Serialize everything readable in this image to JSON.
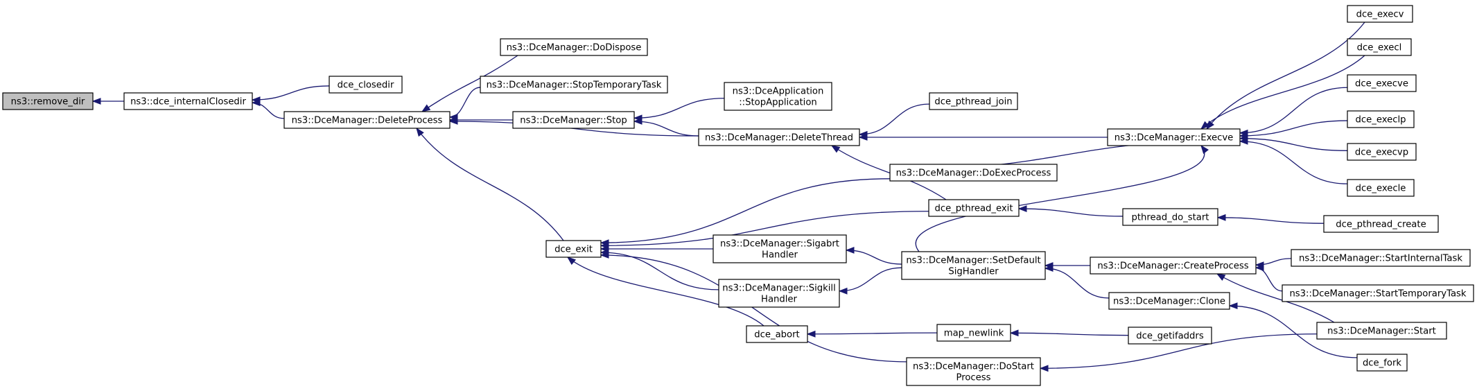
{
  "colors": {
    "edge": "#191970",
    "root_fill": "#bfbfbf",
    "node_fill": "#ffffff",
    "node_stroke": "#000000"
  },
  "nodes": [
    {
      "id": "remove_dir",
      "lines": [
        "ns3::remove_dir"
      ]
    },
    {
      "id": "dce_internalClosedir",
      "lines": [
        "ns3::dce_internalClosedir"
      ]
    },
    {
      "id": "dce_closedir",
      "lines": [
        "dce_closedir"
      ]
    },
    {
      "id": "DeleteProcess",
      "lines": [
        "ns3::DceManager::DeleteProcess"
      ]
    },
    {
      "id": "DoDispose",
      "lines": [
        "ns3::DceManager::DoDispose"
      ]
    },
    {
      "id": "StopTemporaryTask",
      "lines": [
        "ns3::DceManager::StopTemporaryTask"
      ]
    },
    {
      "id": "Stop",
      "lines": [
        "ns3::DceManager::Stop"
      ]
    },
    {
      "id": "StopApplication",
      "lines": [
        "ns3::DceApplication",
        "::StopApplication"
      ]
    },
    {
      "id": "DeleteThread",
      "lines": [
        "ns3::DceManager::DeleteThread"
      ]
    },
    {
      "id": "dce_pthread_join",
      "lines": [
        "dce_pthread_join"
      ]
    },
    {
      "id": "Execve",
      "lines": [
        "ns3::DceManager::Execve"
      ]
    },
    {
      "id": "dce_execv",
      "lines": [
        "dce_execv"
      ]
    },
    {
      "id": "dce_execl",
      "lines": [
        "dce_execl"
      ]
    },
    {
      "id": "dce_execve",
      "lines": [
        "dce_execve"
      ]
    },
    {
      "id": "dce_execlp",
      "lines": [
        "dce_execlp"
      ]
    },
    {
      "id": "dce_execvp",
      "lines": [
        "dce_execvp"
      ]
    },
    {
      "id": "dce_execle",
      "lines": [
        "dce_execle"
      ]
    },
    {
      "id": "DoExecProcess",
      "lines": [
        "ns3::DceManager::DoExecProcess"
      ]
    },
    {
      "id": "dce_pthread_exit",
      "lines": [
        "dce_pthread_exit"
      ]
    },
    {
      "id": "pthread_do_start",
      "lines": [
        "pthread_do_start"
      ]
    },
    {
      "id": "dce_pthread_create",
      "lines": [
        "dce_pthread_create"
      ]
    },
    {
      "id": "dce_exit",
      "lines": [
        "dce_exit"
      ]
    },
    {
      "id": "SigabrtHandler",
      "lines": [
        "ns3::DceManager::Sigabrt",
        "Handler"
      ]
    },
    {
      "id": "SetDefaultSigHandler",
      "lines": [
        "ns3::DceManager::SetDefault",
        "SigHandler"
      ]
    },
    {
      "id": "CreateProcess",
      "lines": [
        "ns3::DceManager::CreateProcess"
      ]
    },
    {
      "id": "StartInternalTask",
      "lines": [
        "ns3::DceManager::StartInternalTask"
      ]
    },
    {
      "id": "StartTemporaryTask",
      "lines": [
        "ns3::DceManager::StartTemporaryTask"
      ]
    },
    {
      "id": "SigkillHandler",
      "lines": [
        "ns3::DceManager::Sigkill",
        "Handler"
      ]
    },
    {
      "id": "Clone",
      "lines": [
        "ns3::DceManager::Clone"
      ]
    },
    {
      "id": "Start",
      "lines": [
        "ns3::DceManager::Start"
      ]
    },
    {
      "id": "dce_abort",
      "lines": [
        "dce_abort"
      ]
    },
    {
      "id": "map_newlink",
      "lines": [
        "map_newlink"
      ]
    },
    {
      "id": "dce_getifaddrs",
      "lines": [
        "dce_getifaddrs"
      ]
    },
    {
      "id": "dce_fork",
      "lines": [
        "dce_fork"
      ]
    },
    {
      "id": "DoStartProcess",
      "lines": [
        "ns3::DceManager::DoStart",
        "Process"
      ]
    }
  ],
  "edges": [
    [
      "dce_internalClosedir",
      "remove_dir"
    ],
    [
      "dce_closedir",
      "dce_internalClosedir"
    ],
    [
      "DeleteProcess",
      "dce_internalClosedir"
    ],
    [
      "DoDispose",
      "DeleteProcess"
    ],
    [
      "StopTemporaryTask",
      "DeleteProcess"
    ],
    [
      "Stop",
      "DeleteProcess"
    ],
    [
      "DeleteThread",
      "DeleteProcess"
    ],
    [
      "dce_exit",
      "DeleteProcess"
    ],
    [
      "StopApplication",
      "Stop"
    ],
    [
      "DeleteThread",
      "Stop"
    ],
    [
      "dce_pthread_join",
      "DeleteThread"
    ],
    [
      "Execve",
      "DeleteThread"
    ],
    [
      "dce_pthread_exit",
      "DeleteThread"
    ],
    [
      "dce_execv",
      "Execve"
    ],
    [
      "dce_execl",
      "Execve"
    ],
    [
      "dce_execve",
      "Execve"
    ],
    [
      "dce_execlp",
      "Execve"
    ],
    [
      "dce_execvp",
      "Execve"
    ],
    [
      "dce_execle",
      "Execve"
    ],
    [
      "DoExecProcess",
      "Execve"
    ],
    [
      "SetDefaultSigHandler",
      "Execve"
    ],
    [
      "DoExecProcess",
      "dce_exit"
    ],
    [
      "dce_pthread_exit",
      "dce_exit"
    ],
    [
      "SigabrtHandler",
      "dce_exit"
    ],
    [
      "SigkillHandler",
      "dce_exit"
    ],
    [
      "dce_abort",
      "dce_exit"
    ],
    [
      "DoStartProcess",
      "dce_exit"
    ],
    [
      "pthread_do_start",
      "dce_pthread_exit"
    ],
    [
      "dce_pthread_create",
      "pthread_do_start"
    ],
    [
      "SetDefaultSigHandler",
      "SigabrtHandler"
    ],
    [
      "SetDefaultSigHandler",
      "SigkillHandler"
    ],
    [
      "CreateProcess",
      "SetDefaultSigHandler"
    ],
    [
      "Clone",
      "SetDefaultSigHandler"
    ],
    [
      "StartInternalTask",
      "CreateProcess"
    ],
    [
      "StartTemporaryTask",
      "CreateProcess"
    ],
    [
      "Start",
      "CreateProcess"
    ],
    [
      "dce_fork",
      "Clone"
    ],
    [
      "map_newlink",
      "dce_abort"
    ],
    [
      "dce_getifaddrs",
      "map_newlink"
    ],
    [
      "Start",
      "DoStartProcess"
    ]
  ]
}
